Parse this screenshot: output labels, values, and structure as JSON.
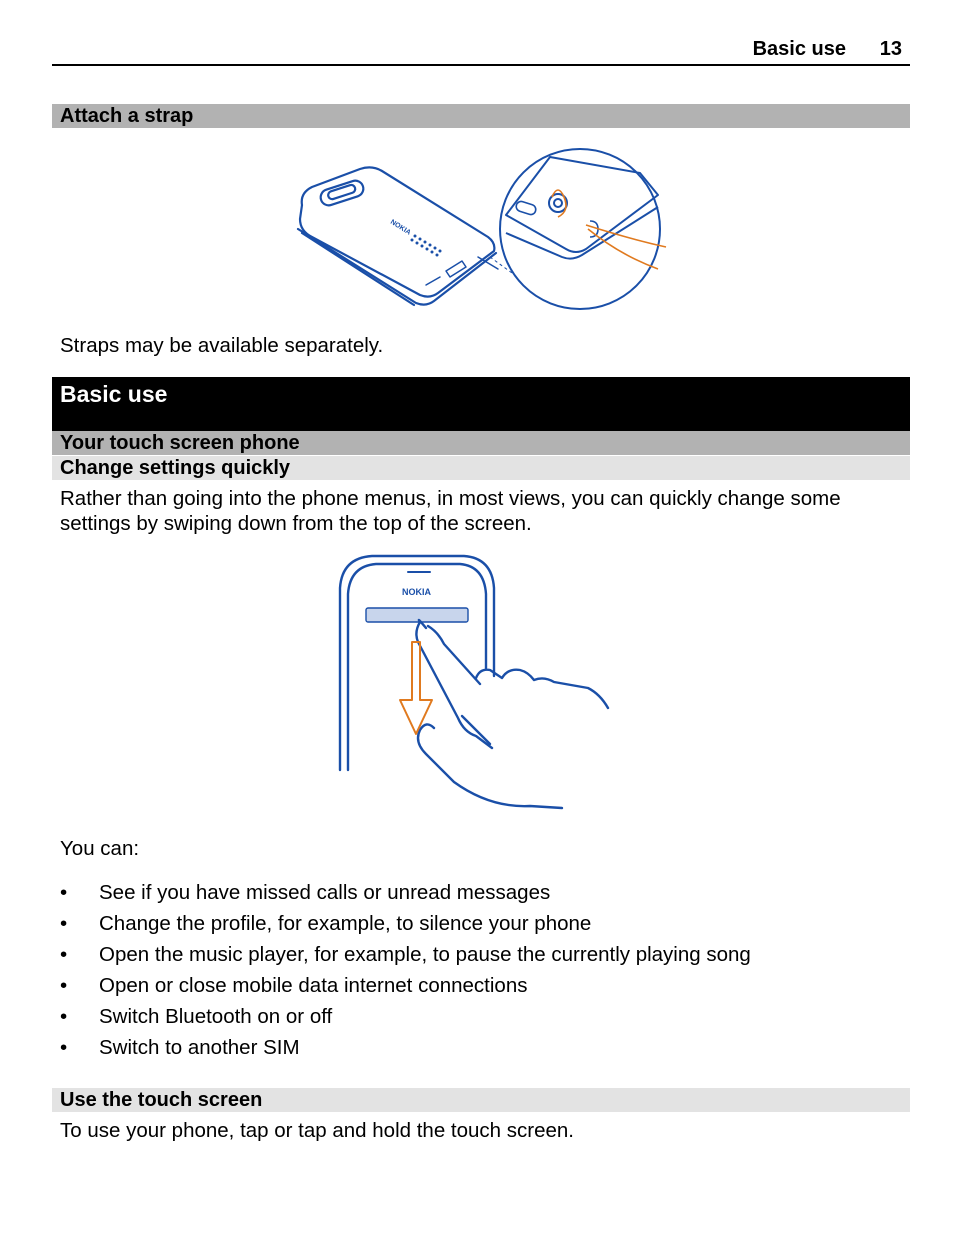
{
  "header": {
    "section": "Basic use",
    "page_number": "13"
  },
  "attach_strap": {
    "heading": "Attach a strap",
    "figure_logo": "NOKIA",
    "note": "Straps may be available separately."
  },
  "chapter": {
    "title": "Basic use"
  },
  "touch_screen_phone": {
    "heading": "Your touch screen phone"
  },
  "change_settings": {
    "heading": "Change settings quickly",
    "text": "Rather than going into the phone menus, in most views, you can quickly change some settings by swiping down from the top of the screen.",
    "figure_logo": "NOKIA",
    "lead": "You can:",
    "bullet_symbol": "•",
    "items": [
      "See if you have missed calls or unread messages",
      "Change the profile, for example, to silence your phone",
      "Open the music player, for example, to pause the currently playing song",
      "Open or close mobile data internet connections",
      "Switch Bluetooth on or off",
      "Switch to another SIM"
    ]
  },
  "use_touch_screen": {
    "heading": "Use the touch screen",
    "text": "To use your phone, tap or tap and hold the touch screen."
  },
  "colors": {
    "line_art": "#1a4fa8",
    "accent": "#e07a1f",
    "bar_grey": "#b2b2b2",
    "bar_light": "#e3e3e3"
  },
  "icons": {
    "strap_figure": "phone-back-strap-illustration",
    "swipe_figure": "swipe-down-hand-illustration"
  }
}
